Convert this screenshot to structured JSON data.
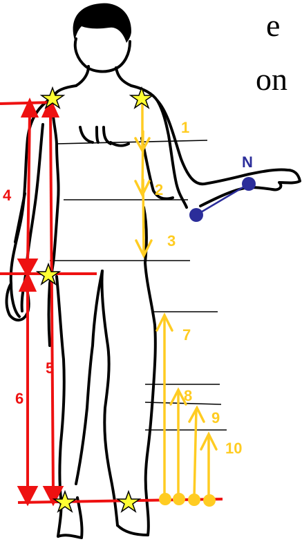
{
  "header": {
    "partial_word_top": "e",
    "partial_word_second": "on"
  },
  "labels": {
    "point_n": "N",
    "seg_1": "1",
    "seg_2": "2",
    "seg_3": "3",
    "seg_4": "4",
    "seg_5": "5",
    "seg_6": "6",
    "seg_7": "7",
    "seg_8": "8",
    "seg_9": "9",
    "seg_10": "10"
  },
  "colors": {
    "red": "#ee1111",
    "yellow": "#ffd21f",
    "gold": "#ffcc22",
    "blue": "#2b2d9a",
    "star_fill": "#ffff33"
  }
}
